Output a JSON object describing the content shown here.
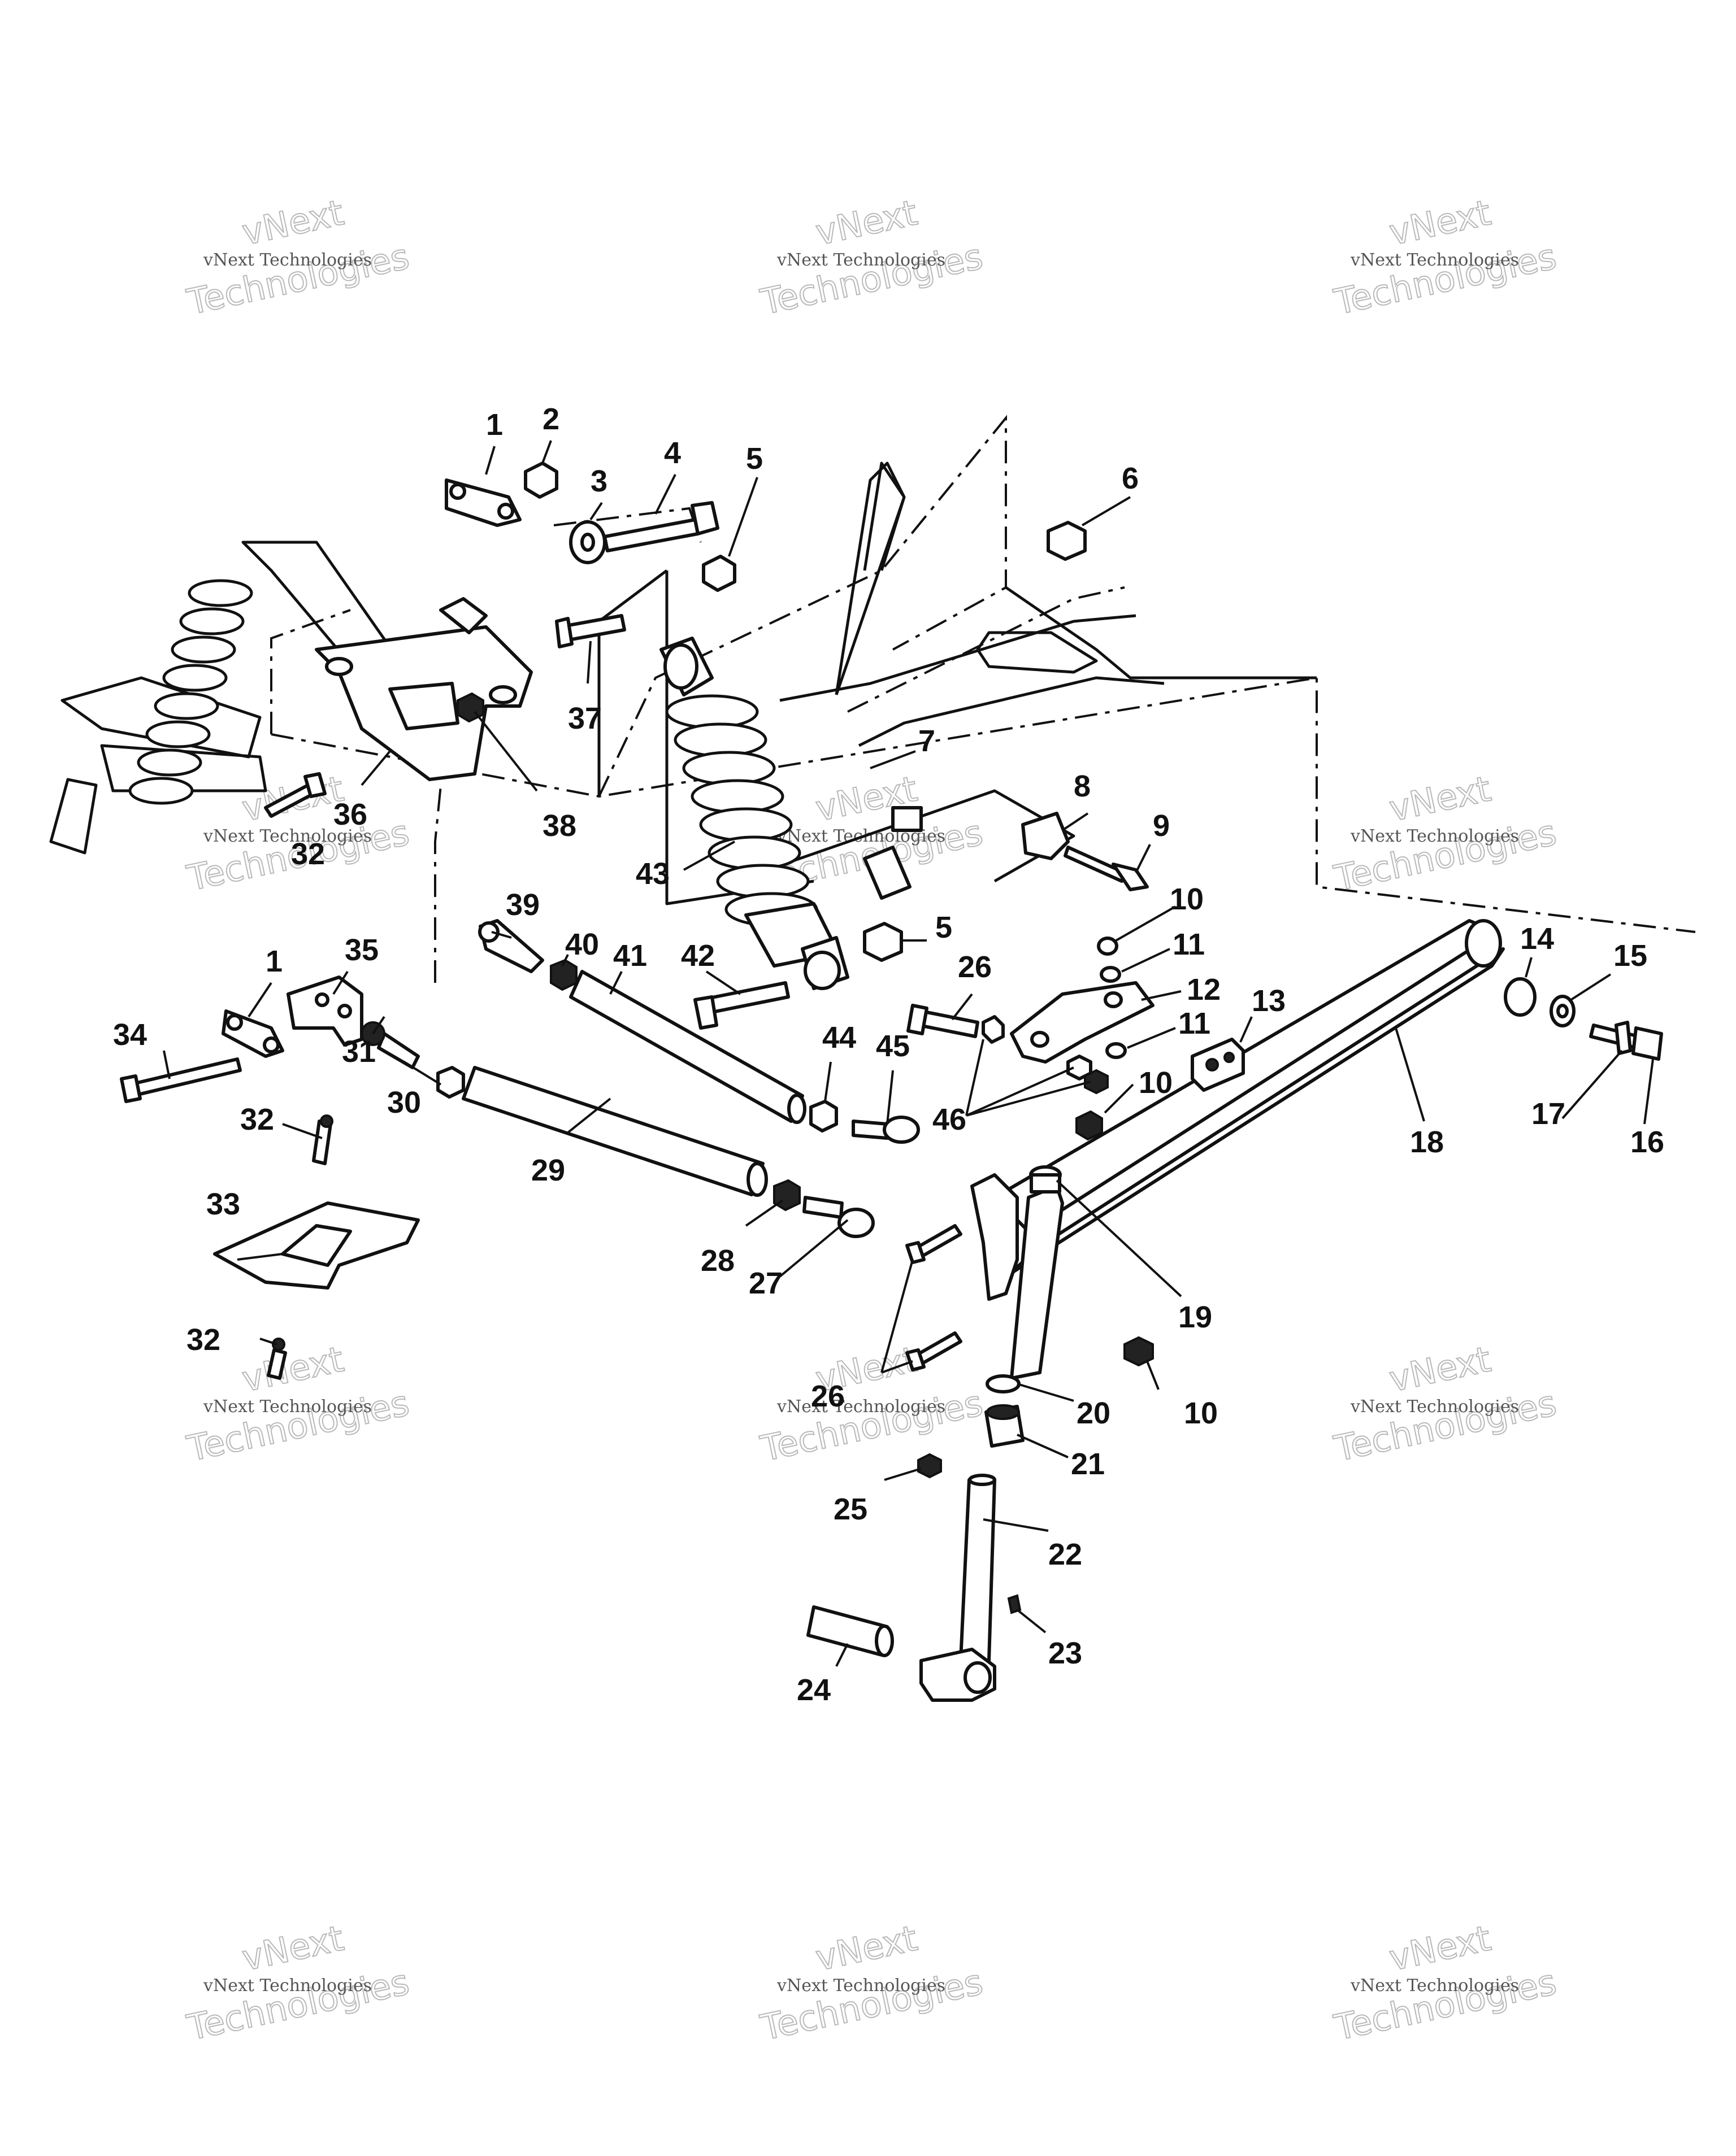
{
  "watermark": {
    "line1": "vNext Technologies",
    "line2": "Technologies",
    "prefix": "vNext"
  },
  "callouts": [
    {
      "id": "c1a",
      "label": "1"
    },
    {
      "id": "c2",
      "label": "2"
    },
    {
      "id": "c3",
      "label": "3"
    },
    {
      "id": "c4",
      "label": "4"
    },
    {
      "id": "c5a",
      "label": "5"
    },
    {
      "id": "c6",
      "label": "6"
    },
    {
      "id": "c7",
      "label": "7"
    },
    {
      "id": "c8",
      "label": "8"
    },
    {
      "id": "c9",
      "label": "9"
    },
    {
      "id": "c10a",
      "label": "10"
    },
    {
      "id": "c11a",
      "label": "11"
    },
    {
      "id": "c12",
      "label": "12"
    },
    {
      "id": "c11b",
      "label": "11"
    },
    {
      "id": "c13",
      "label": "13"
    },
    {
      "id": "c14",
      "label": "14"
    },
    {
      "id": "c15",
      "label": "15"
    },
    {
      "id": "c10b",
      "label": "10"
    },
    {
      "id": "c17",
      "label": "17"
    },
    {
      "id": "c16",
      "label": "16"
    },
    {
      "id": "c18",
      "label": "18"
    },
    {
      "id": "c19",
      "label": "19"
    },
    {
      "id": "c20",
      "label": "20"
    },
    {
      "id": "c10c",
      "label": "10"
    },
    {
      "id": "c21",
      "label": "21"
    },
    {
      "id": "c22",
      "label": "22"
    },
    {
      "id": "c23",
      "label": "23"
    },
    {
      "id": "c24",
      "label": "24"
    },
    {
      "id": "c25",
      "label": "25"
    },
    {
      "id": "c26a",
      "label": "26"
    },
    {
      "id": "c26b",
      "label": "26"
    },
    {
      "id": "c27",
      "label": "27"
    },
    {
      "id": "c28",
      "label": "28"
    },
    {
      "id": "c29",
      "label": "29"
    },
    {
      "id": "c30",
      "label": "30"
    },
    {
      "id": "c31",
      "label": "31"
    },
    {
      "id": "c32a",
      "label": "32"
    },
    {
      "id": "c32b",
      "label": "32"
    },
    {
      "id": "c32c",
      "label": "32"
    },
    {
      "id": "c33",
      "label": "33"
    },
    {
      "id": "c34",
      "label": "34"
    },
    {
      "id": "c1b",
      "label": "1"
    },
    {
      "id": "c35",
      "label": "35"
    },
    {
      "id": "c36",
      "label": "36"
    },
    {
      "id": "c37",
      "label": "37"
    },
    {
      "id": "c38",
      "label": "38"
    },
    {
      "id": "c39",
      "label": "39"
    },
    {
      "id": "c40",
      "label": "40"
    },
    {
      "id": "c41",
      "label": "41"
    },
    {
      "id": "c42",
      "label": "42"
    },
    {
      "id": "c43",
      "label": "43"
    },
    {
      "id": "c5b",
      "label": "5"
    },
    {
      "id": "c44",
      "label": "44"
    },
    {
      "id": "c45",
      "label": "45"
    },
    {
      "id": "c46",
      "label": "46"
    }
  ]
}
